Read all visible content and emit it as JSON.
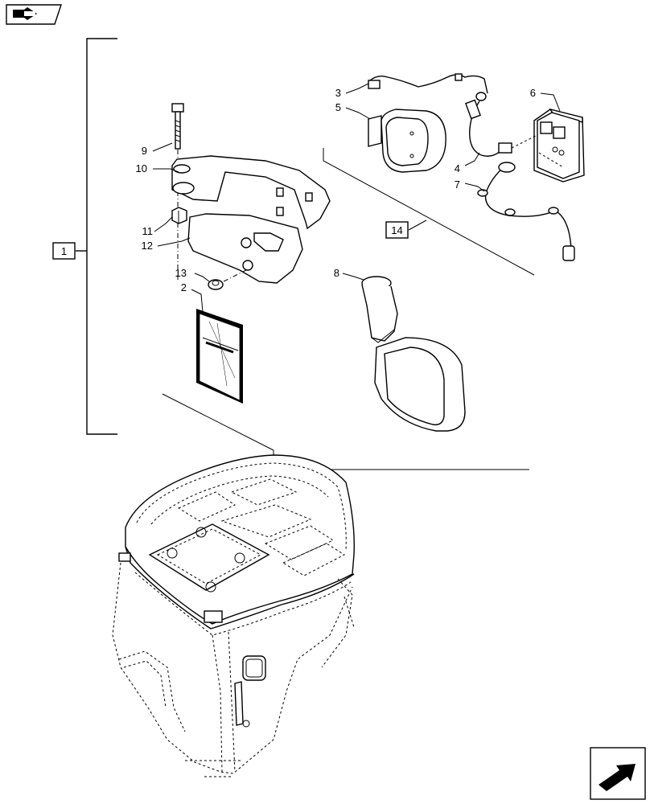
{
  "callouts": {
    "c1": "1",
    "c2": "2",
    "c3": "3",
    "c4": "4",
    "c5": "5",
    "c6": "6",
    "c7": "7",
    "c8": "8",
    "c9": "9",
    "c10": "10",
    "c11": "11",
    "c12": "12",
    "c13": "13",
    "c14": "14"
  },
  "icons": {
    "top_left": "return-arrow-icon",
    "bottom_right": "next-page-arrow-icon"
  }
}
